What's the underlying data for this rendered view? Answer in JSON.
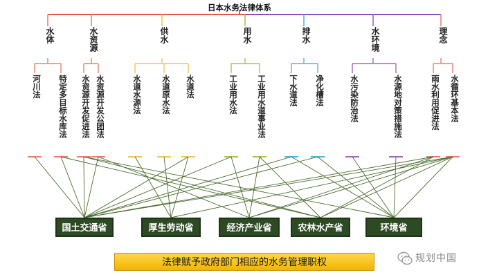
{
  "title": "日本水务法律体系",
  "categories": [
    {
      "label": "水体",
      "color": "#e8806c"
    },
    {
      "label": "水资源",
      "color": "#e8806c"
    },
    {
      "label": "供水",
      "color": "#f2c35a"
    },
    {
      "label": "用水",
      "color": "#a8c252"
    },
    {
      "label": "排水",
      "color": "#4fb6e0"
    },
    {
      "label": "水环境",
      "color": "#a565c0"
    },
    {
      "label": "理念",
      "color": "#e8806c"
    }
  ],
  "laws": [
    {
      "label": "河川法",
      "category": 0
    },
    {
      "label": "特定多目标水库法",
      "category": 0
    },
    {
      "label": "水资源开发促进法",
      "category": 1
    },
    {
      "label": "水资源开发公团法",
      "category": 1
    },
    {
      "label": "水道水源法",
      "category": 2
    },
    {
      "label": "水道原水法",
      "category": 2
    },
    {
      "label": "水道法",
      "category": 2
    },
    {
      "label": "工业用水法",
      "category": 3
    },
    {
      "label": "工业用水道事业法",
      "category": 3
    },
    {
      "label": "下水道法",
      "category": 4
    },
    {
      "label": "净化槽法",
      "category": 4
    },
    {
      "label": "水污染防治法",
      "category": 5
    },
    {
      "label": "水源地对策措施法",
      "category": 5
    },
    {
      "label": "雨水利用促进法",
      "category": 6
    },
    {
      "label": "水循环基本法",
      "category": 6
    }
  ],
  "ministries": [
    "国土交通省",
    "厚生劳动省",
    "经济产业省",
    "农林水产省",
    "环境省"
  ],
  "banner": "法律赋予政府部门相应的水务管理职权",
  "watermark": "规划中国",
  "colors": {
    "tree_left": "#e0584a",
    "tree_right": "#8a4fbf",
    "connector": "#4a6b2e",
    "ministry_bg": "#2e4a24",
    "banner_bg": "#f7c21a"
  }
}
